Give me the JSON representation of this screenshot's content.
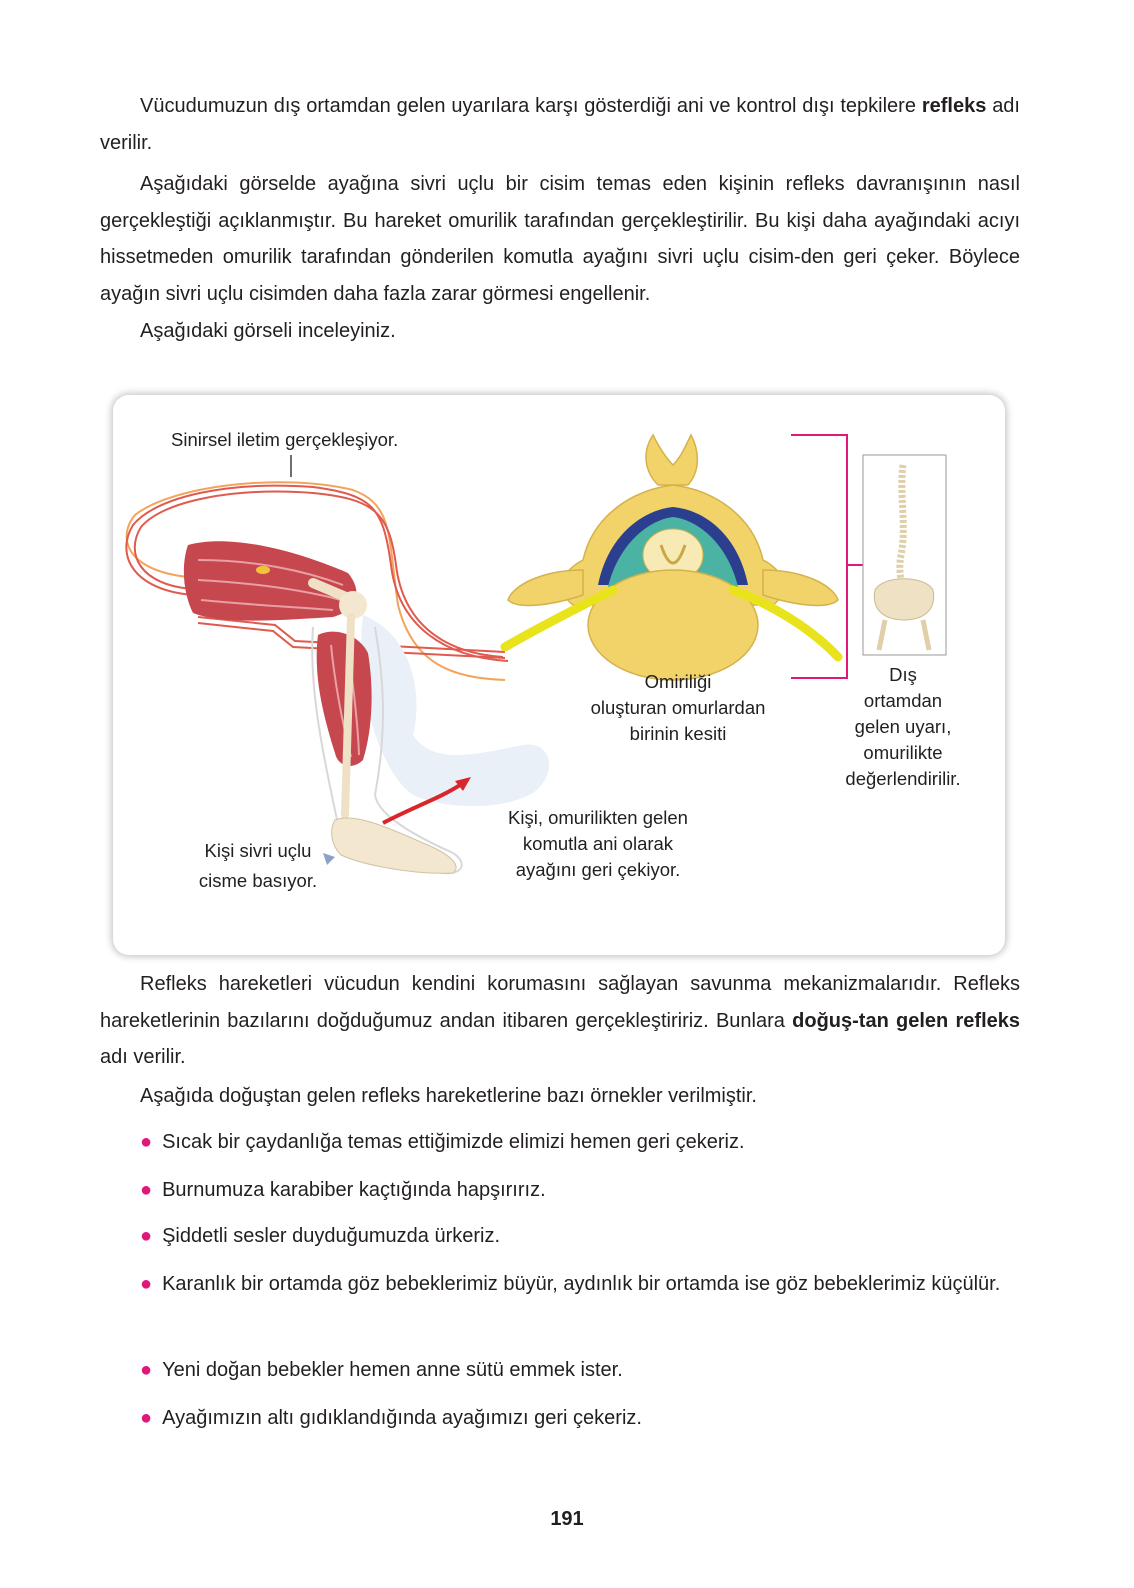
{
  "paragraph1": {
    "text_a": "Vücudumuzun dış ortamdan gelen uyarılara karşı gösterdiği ani ve kontrol dışı tepkilere ",
    "bold": "refleks",
    "text_b": " adı verilir."
  },
  "paragraph2": "Aşağıdaki görselde ayağına sivri uçlu bir cisim temas eden kişinin refleks davranışının nasıl gerçekleştiği açıklanmıştır. Bu hareket omurilik tarafından gerçekleştirilir. Bu kişi daha ayağındaki acıyı hissetmeden omurilik tarafından gönderilen komutla ayağını sivri uçlu cisim-den geri çeker. Böylece ayağın sivri uçlu cisimden daha fazla zarar görmesi engellenir.",
  "paragraph3": "Aşağıdaki görseli inceleyiniz.",
  "figure": {
    "caption_nerve": "Sinirsel iletim gerçekleşiyor.",
    "caption_step_line1": "Kişi sivri uçlu",
    "caption_step_line2": "cisme basıyor.",
    "caption_withdraw_line1": "Kişi, omurilikten gelen",
    "caption_withdraw_line2": "komutla ani olarak",
    "caption_withdraw_line3": "ayağını geri çekiyor.",
    "caption_vertebra_line1": "Omiriliği",
    "caption_vertebra_line2": "oluşturan omurlardan",
    "caption_vertebra_line3": "birinin kesiti",
    "caption_stimulus_line1": "Dış",
    "caption_stimulus_line2": "ortamdan",
    "caption_stimulus_line3": "gelen uyarı,",
    "caption_stimulus_line4": "omurilikte",
    "caption_stimulus_line5": "değerlendirilir."
  },
  "paragraph4": {
    "text_a": "Refleks hareketleri vücudun kendini korumasını sağlayan savunma mekanizmalarıdır. Refleks hareketlerinin bazılarını doğduğumuz andan itibaren gerçekleştiririz. Bunlara ",
    "bold": "doğuş-tan gelen refleks",
    "text_b": " adı verilir."
  },
  "paragraph5": "Aşağıda doğuştan gelen refleks hareketlerine bazı örnekler verilmiştir.",
  "examples": [
    "Sıcak bir çaydanlığa temas ettiğimizde elimizi hemen geri çekeriz.",
    "Burnumuza karabiber kaçtığında hapşırırız.",
    "Şiddetli sesler duyduğumuzda ürkeriz.",
    "Karanlık bir ortamda göz bebeklerimiz büyür, aydınlık bir ortamda ise göz bebeklerimiz küçülür.",
    "Yeni doğan bebekler hemen anne sütü emmek ister.",
    "Ayağımızın altı gıdıklandığında ayağımızı geri çekeriz."
  ],
  "page_number": "191",
  "colors": {
    "bullet": "#e2177a",
    "bracket": "#e2177a",
    "nerve": "#e05a4e",
    "bone": "#f2d36a",
    "muscle": "#c7474f"
  }
}
